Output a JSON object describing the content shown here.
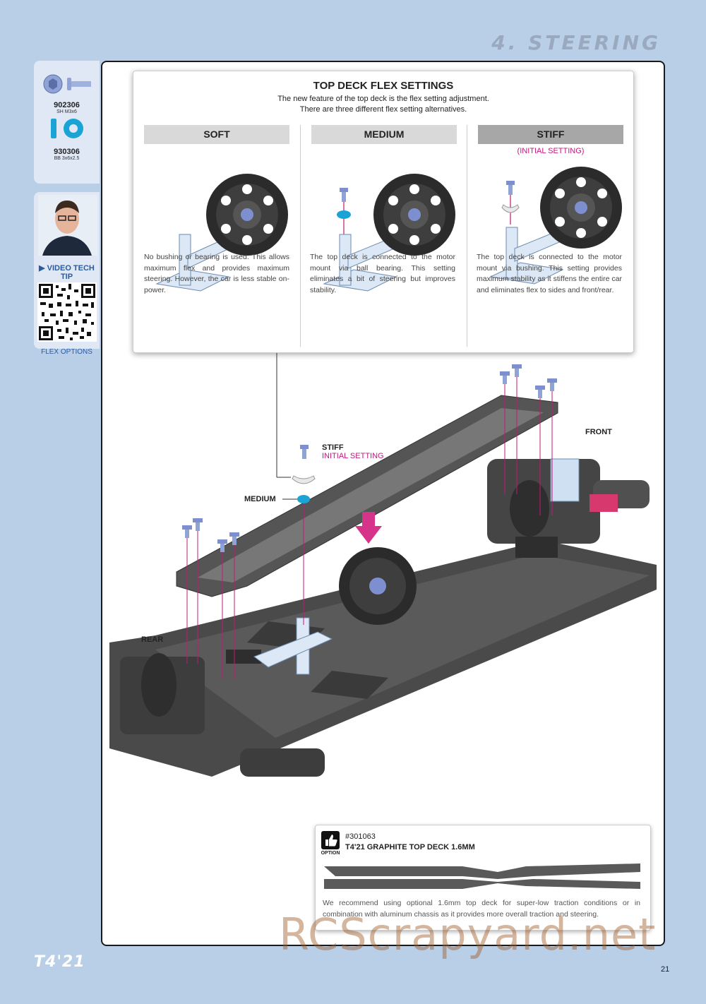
{
  "header": {
    "section_title": "4. STEERING"
  },
  "parts": [
    {
      "number": "902306",
      "desc": "SH M3x6"
    },
    {
      "number": "930306",
      "desc": "BB 3x6x2.5"
    }
  ],
  "video_tip": {
    "label": "VIDEO TECH TIP",
    "caption": "FLEX OPTIONS"
  },
  "flex_settings": {
    "title": "TOP DECK FLEX SETTINGS",
    "subtitle_1": "The new feature of the top deck is the flex setting adjustment.",
    "subtitle_2": "There are three different flex setting alternatives.",
    "columns": [
      {
        "heading": "SOFT",
        "note": "",
        "text": "No bushing or bearing is used. This allows maximum flex and provides maximum steering. However, the car is less stable on-power."
      },
      {
        "heading": "MEDIUM",
        "note": "",
        "text": "The top deck is connected to the motor mount via ball bearing. This setting eliminates a bit of steering but improves stability."
      },
      {
        "heading": "STIFF",
        "note": "(INITIAL SETTING)",
        "text": "The top deck is connected to the motor mount via bushing. This setting provides maximum stability as it stiffens the entire car and eliminates flex to sides and front/rear."
      }
    ]
  },
  "diagram": {
    "stiff_label": "STIFF",
    "initial_label": "INITIAL SETTING",
    "medium_label": "MEDIUM",
    "front_label": "FRONT",
    "rear_label": "REAR"
  },
  "option": {
    "badge": "OPTION",
    "number": "#301063",
    "name": "T4'21 GRAPHITE TOP DECK 1.6MM",
    "text": "We recommend using optional 1.6mm top deck for super-low traction conditions or in combination with aluminum chassis as it provides more overall traction and steering."
  },
  "footer": {
    "logo": "T4'21",
    "page_number": "21"
  },
  "watermark": "RCScrapyard.net",
  "colors": {
    "accent_pink": "#c2187b",
    "accent_blue": "#2a5b9e",
    "part_blue": "#8fa3d6",
    "page_bg": "#b9cfe8"
  }
}
